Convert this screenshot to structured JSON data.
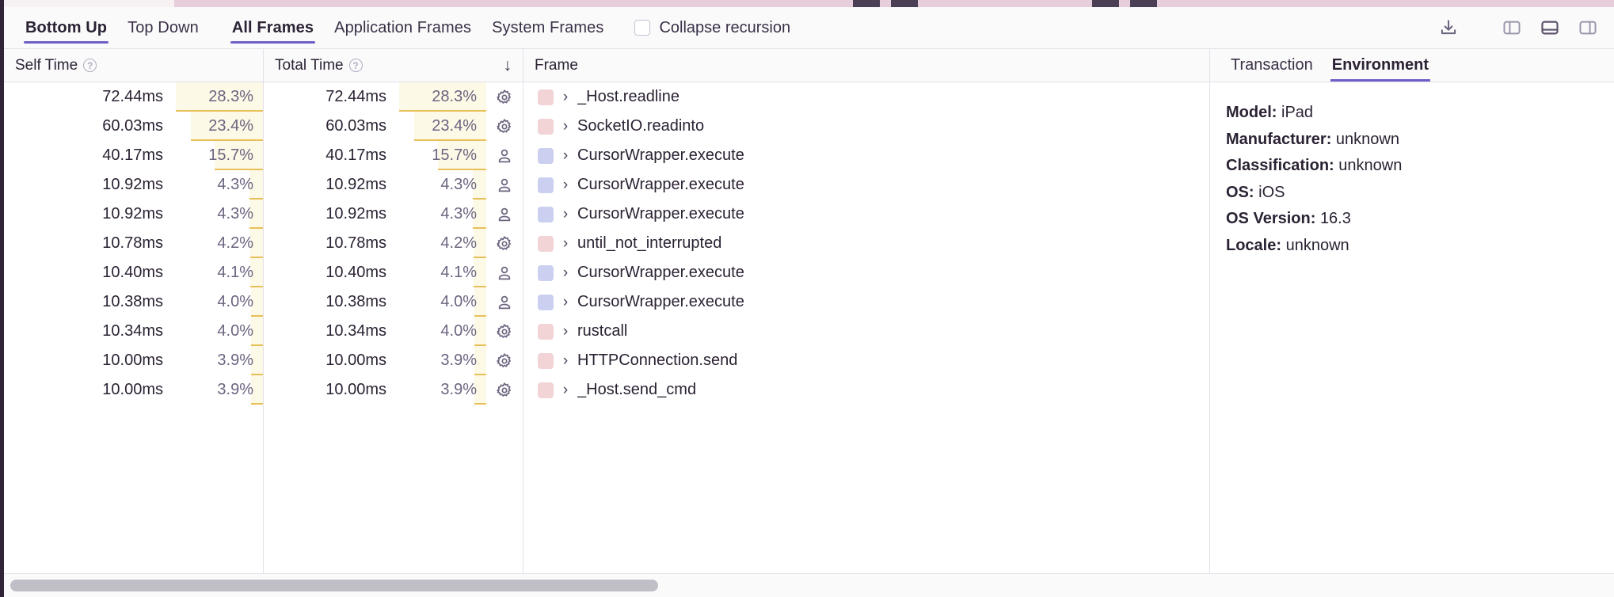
{
  "toolbar": {
    "tabs": [
      {
        "label": "Bottom Up",
        "active": true
      },
      {
        "label": "Top Down",
        "active": false
      }
    ],
    "frame_tabs": [
      {
        "label": "All Frames",
        "active": true
      },
      {
        "label": "Application Frames",
        "active": false
      },
      {
        "label": "System Frames",
        "active": false
      }
    ],
    "collapse_recursion_label": "Collapse recursion",
    "collapse_recursion_checked": false,
    "actions": [
      {
        "name": "download-icon",
        "label": "Download"
      },
      {
        "name": "layout-left-panel-icon",
        "label": "Left panel layout",
        "active": false
      },
      {
        "name": "layout-bottom-panel-icon",
        "label": "Bottom panel layout",
        "active": true
      },
      {
        "name": "layout-right-panel-icon",
        "label": "Right panel layout",
        "active": false
      }
    ]
  },
  "table": {
    "columns": [
      {
        "key": "self_time",
        "label": "Self Time",
        "has_help": true,
        "sorted": false
      },
      {
        "key": "total_time",
        "label": "Total Time",
        "has_help": true,
        "sorted": true,
        "sort_dir": "desc",
        "sort_glyph": "↓"
      },
      {
        "key": "frame",
        "label": "Frame",
        "has_help": false,
        "sorted": false
      }
    ],
    "rows": [
      {
        "self_time": "72.44ms",
        "self_pct": "28.3%",
        "self_pct_value": 28.3,
        "total_time": "72.44ms",
        "total_pct": "28.3%",
        "total_pct_value": 28.3,
        "icon": "gear-icon",
        "swatch": "#f2d4d6",
        "chevron": "›",
        "frame": "_Host.readline"
      },
      {
        "self_time": "60.03ms",
        "self_pct": "23.4%",
        "self_pct_value": 23.4,
        "total_time": "60.03ms",
        "total_pct": "23.4%",
        "total_pct_value": 23.4,
        "icon": "gear-icon",
        "swatch": "#f2d4d6",
        "chevron": "›",
        "frame": "SocketIO.readinto"
      },
      {
        "self_time": "40.17ms",
        "self_pct": "15.7%",
        "self_pct_value": 15.7,
        "total_time": "40.17ms",
        "total_pct": "15.7%",
        "total_pct_value": 15.7,
        "icon": "person-icon",
        "swatch": "#ccd0f0",
        "chevron": "›",
        "frame": "CursorWrapper.execute"
      },
      {
        "self_time": "10.92ms",
        "self_pct": "4.3%",
        "self_pct_value": 4.3,
        "total_time": "10.92ms",
        "total_pct": "4.3%",
        "total_pct_value": 4.3,
        "icon": "person-icon",
        "swatch": "#ccd0f0",
        "chevron": "›",
        "frame": "CursorWrapper.execute"
      },
      {
        "self_time": "10.92ms",
        "self_pct": "4.3%",
        "self_pct_value": 4.3,
        "total_time": "10.92ms",
        "total_pct": "4.3%",
        "total_pct_value": 4.3,
        "icon": "person-icon",
        "swatch": "#ccd0f0",
        "chevron": "›",
        "frame": "CursorWrapper.execute"
      },
      {
        "self_time": "10.78ms",
        "self_pct": "4.2%",
        "self_pct_value": 4.2,
        "total_time": "10.78ms",
        "total_pct": "4.2%",
        "total_pct_value": 4.2,
        "icon": "gear-icon",
        "swatch": "#f2d4d6",
        "chevron": "›",
        "frame": "until_not_interrupted"
      },
      {
        "self_time": "10.40ms",
        "self_pct": "4.1%",
        "self_pct_value": 4.1,
        "total_time": "10.40ms",
        "total_pct": "4.1%",
        "total_pct_value": 4.1,
        "icon": "person-icon",
        "swatch": "#ccd0f0",
        "chevron": "›",
        "frame": "CursorWrapper.execute"
      },
      {
        "self_time": "10.38ms",
        "self_pct": "4.0%",
        "self_pct_value": 4.0,
        "total_time": "10.38ms",
        "total_pct": "4.0%",
        "total_pct_value": 4.0,
        "icon": "person-icon",
        "swatch": "#ccd0f0",
        "chevron": "›",
        "frame": "CursorWrapper.execute"
      },
      {
        "self_time": "10.34ms",
        "self_pct": "4.0%",
        "self_pct_value": 4.0,
        "total_time": "10.34ms",
        "total_pct": "4.0%",
        "total_pct_value": 4.0,
        "icon": "gear-icon",
        "swatch": "#f2d4d6",
        "chevron": "›",
        "frame": "rustcall"
      },
      {
        "self_time": "10.00ms",
        "self_pct": "3.9%",
        "self_pct_value": 3.9,
        "total_time": "10.00ms",
        "total_pct": "3.9%",
        "total_pct_value": 3.9,
        "icon": "gear-icon",
        "swatch": "#f2d4d6",
        "chevron": "›",
        "frame": "HTTPConnection.send"
      },
      {
        "self_time": "10.00ms",
        "self_pct": "3.9%",
        "self_pct_value": 3.9,
        "total_time": "10.00ms",
        "total_pct": "3.9%",
        "total_pct_value": 3.9,
        "icon": "gear-icon",
        "swatch": "#f2d4d6",
        "chevron": "›",
        "frame": "_Host.send_cmd"
      }
    ]
  },
  "details": {
    "tabs": [
      {
        "label": "Transaction",
        "active": false
      },
      {
        "label": "Environment",
        "active": true
      }
    ],
    "environment": [
      {
        "key": "Model:",
        "value": "iPad"
      },
      {
        "key": "Manufacturer:",
        "value": "unknown"
      },
      {
        "key": "Classification:",
        "value": "unknown"
      },
      {
        "key": "OS:",
        "value": "iOS"
      },
      {
        "key": "OS Version:",
        "value": "16.3"
      },
      {
        "key": "Locale:",
        "value": "unknown"
      }
    ]
  },
  "colors": {
    "accent": "#6c5fc7",
    "pct_bar": "#e8c05a",
    "pct_bg": "#fdf9e7",
    "swatch_system": "#f2d4d6",
    "swatch_application": "#ccd0f0"
  },
  "scrollbar": {
    "thumb_pct": 54
  }
}
